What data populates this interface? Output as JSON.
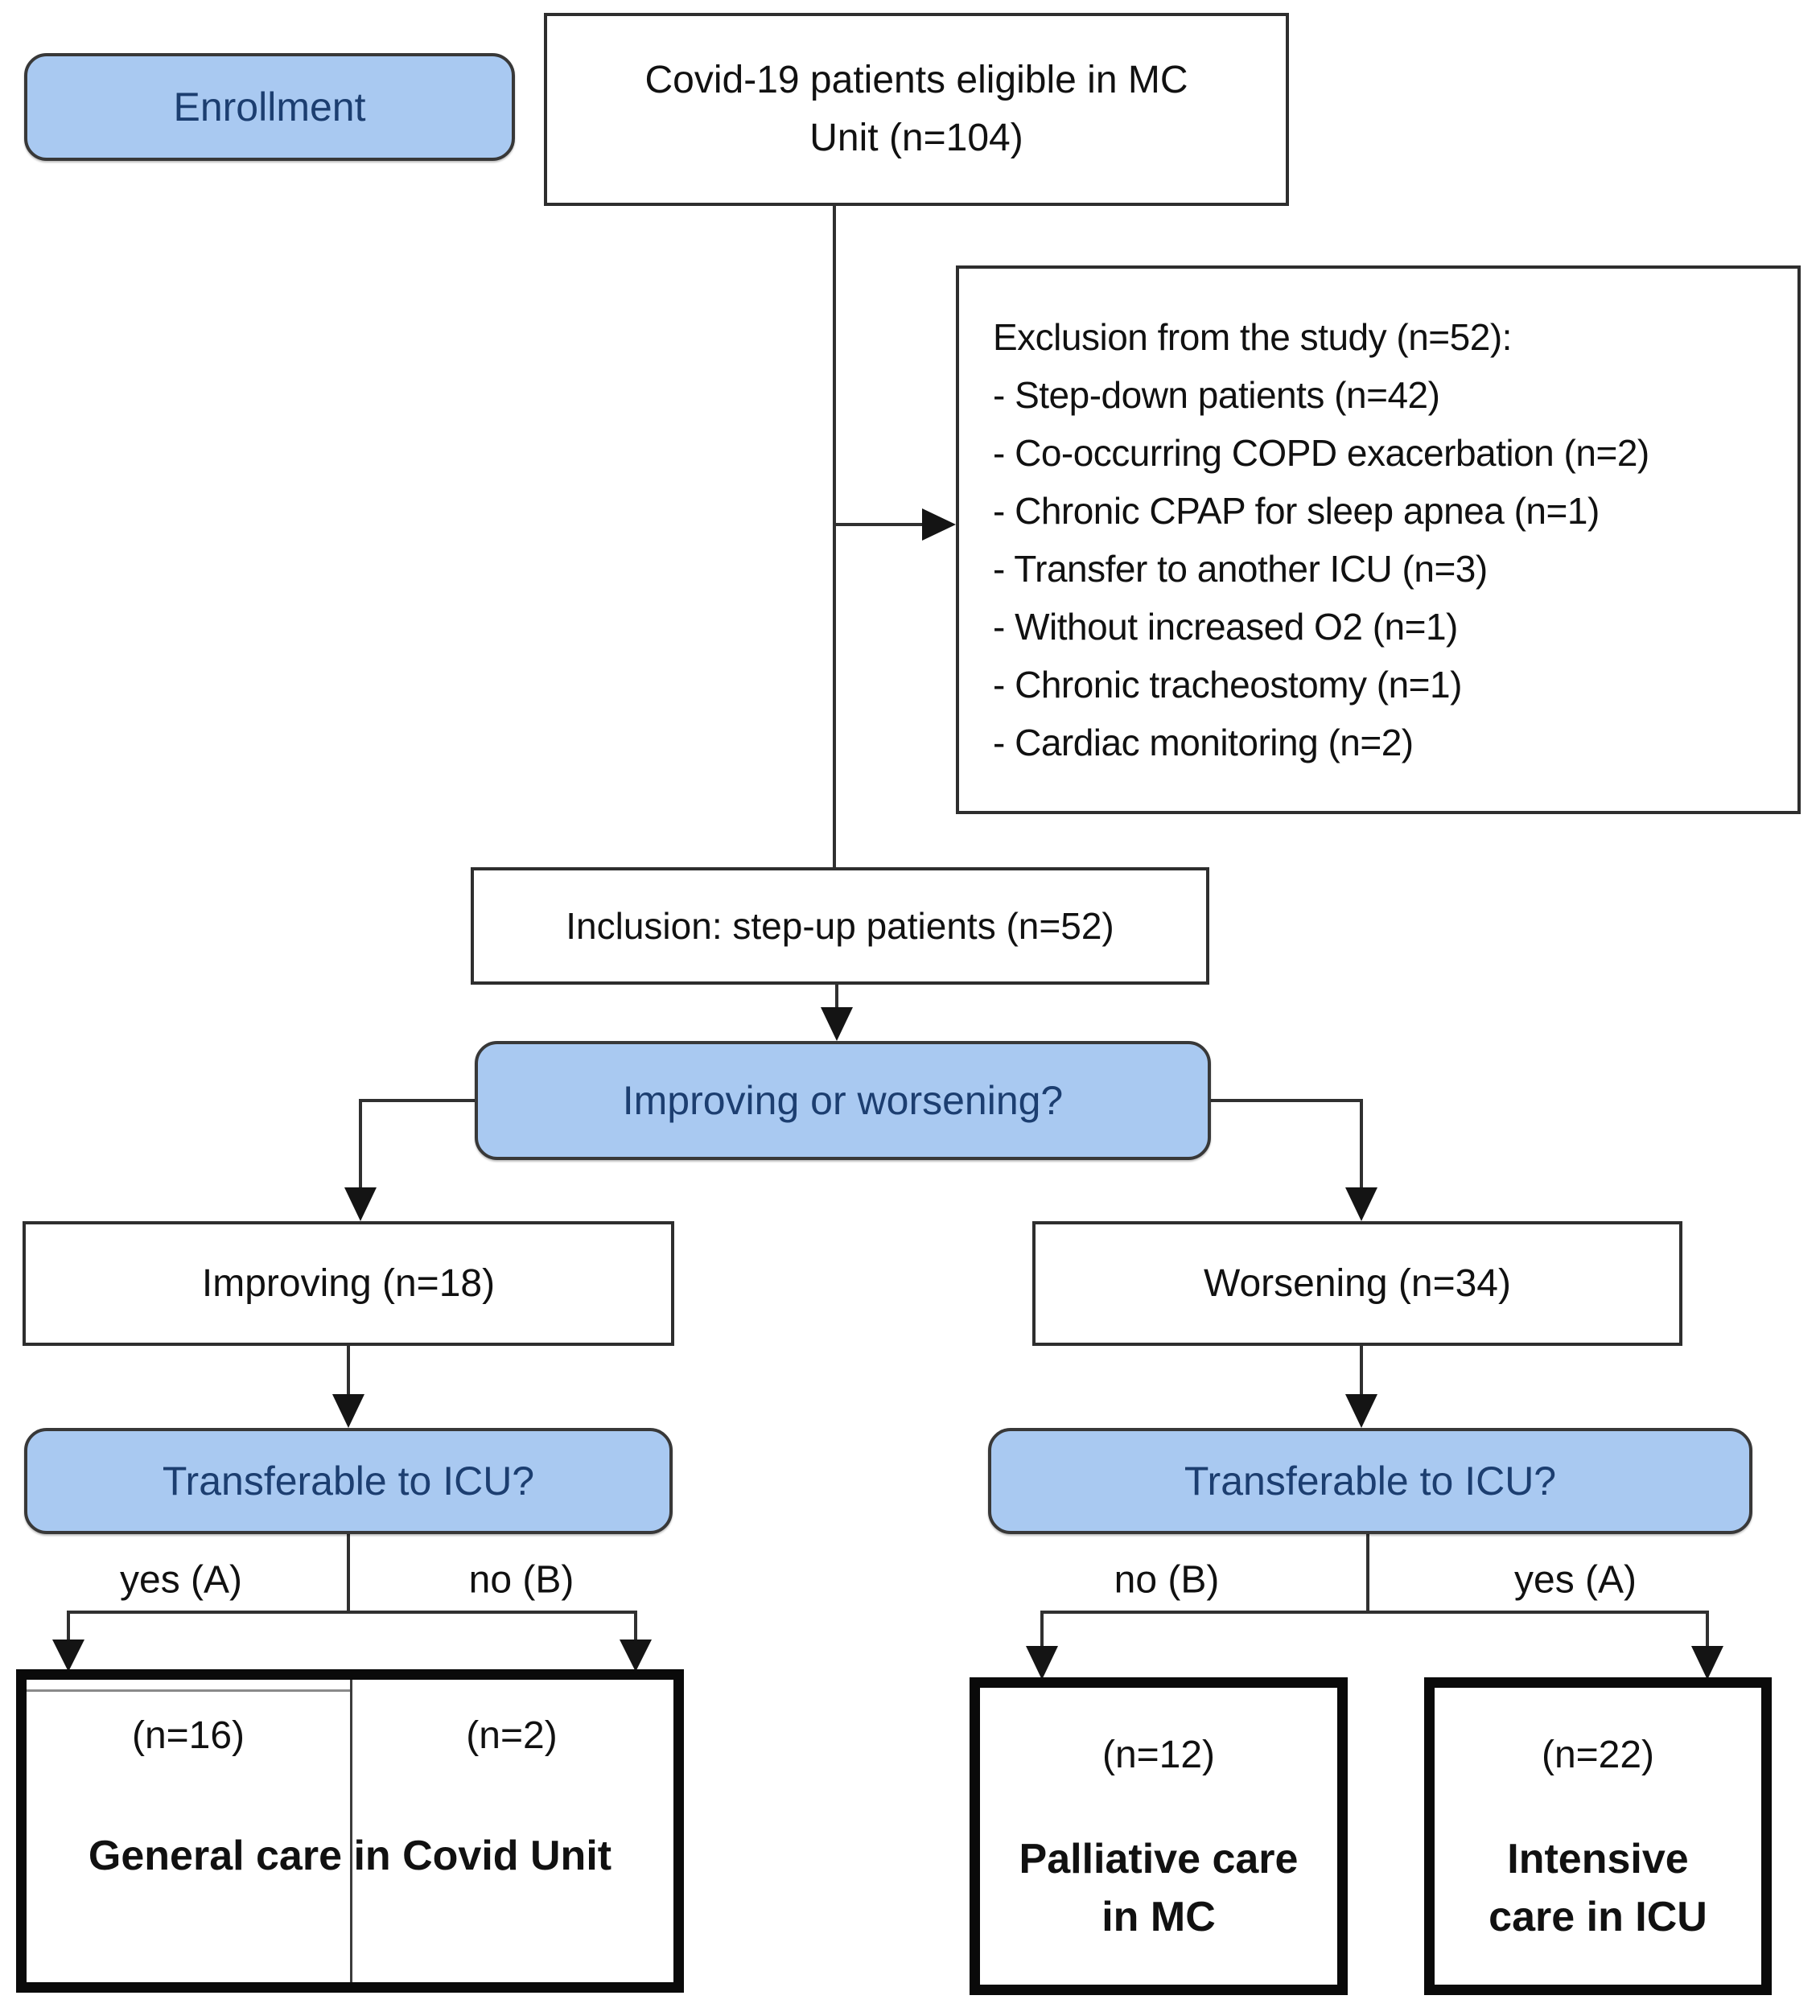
{
  "colors": {
    "blue_fill": "#a9c9f1",
    "navy_text": "#1c3e70",
    "line": "#303030",
    "thick_border": "#0a0a0a"
  },
  "enrollment": {
    "label": "Enrollment"
  },
  "eligible": {
    "line1": "Covid-19 patients eligible in MC",
    "line2": "Unit (n=104)"
  },
  "exclusion": {
    "title": "Exclusion from the study (n=52):",
    "items": [
      "- Step-down patients (n=42)",
      "- Co-occurring COPD exacerbation (n=2)",
      "- Chronic CPAP for sleep apnea (n=1)",
      "- Transfer to another ICU (n=3)",
      "- Without increased O2 (n=1)",
      "- Chronic tracheostomy (n=1)",
      "- Cardiac monitoring (n=2)"
    ]
  },
  "inclusion": {
    "label": "Inclusion: step-up patients (n=52)"
  },
  "decision": {
    "improving_or_worsening": "Improving or worsening?",
    "transferable": "Transferable to ICU?"
  },
  "branches": {
    "improving": "Improving (n=18)",
    "worsening": "Worsening (n=34)"
  },
  "edge_labels": {
    "yes": "yes (A)",
    "no": "no (B)"
  },
  "outcomes": {
    "general": {
      "n_left": "(n=16)",
      "n_right": "(n=2)",
      "label": "General care in Covid Unit"
    },
    "palliative": {
      "n": "(n=12)",
      "line1": "Palliative care",
      "line2": "in MC"
    },
    "intensive": {
      "n": "(n=22)",
      "line1": "Intensive",
      "line2": "care in ICU"
    }
  }
}
